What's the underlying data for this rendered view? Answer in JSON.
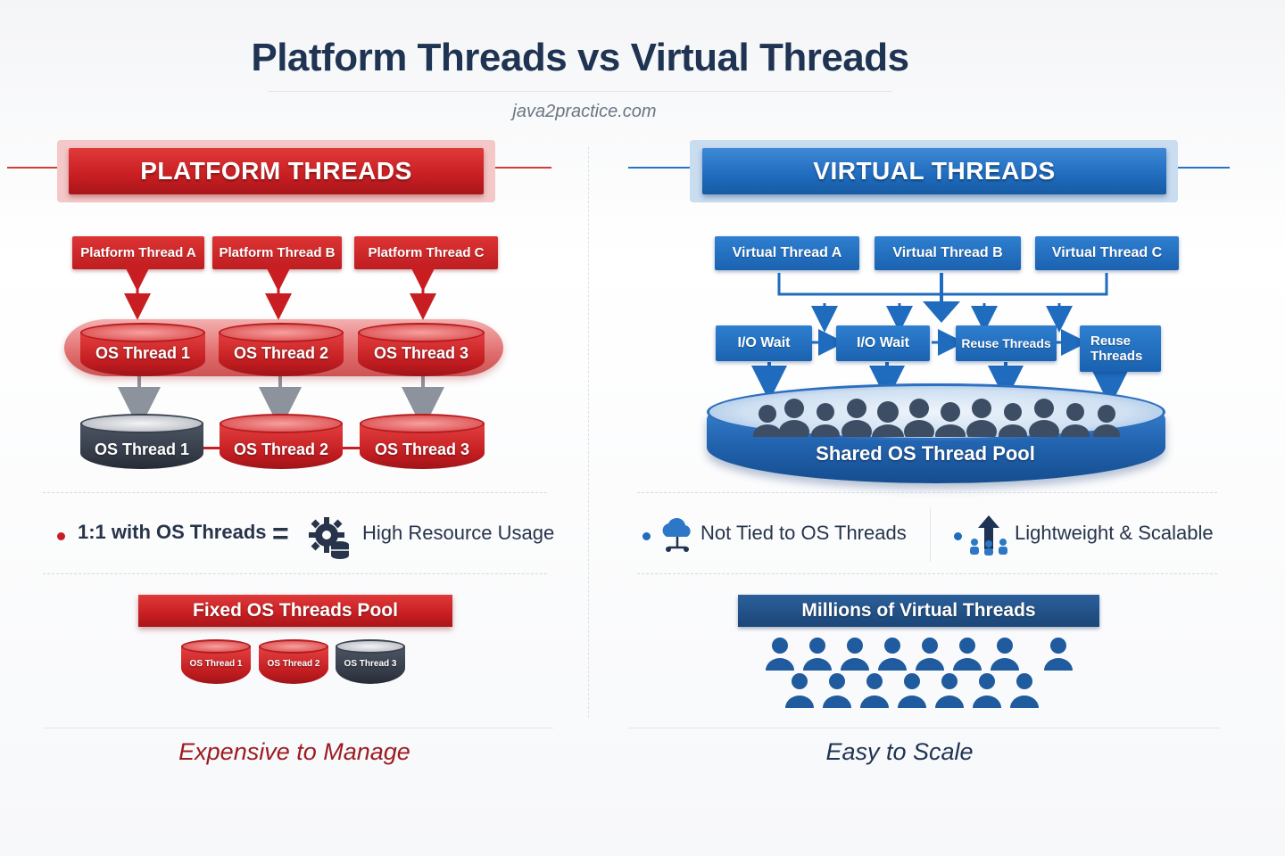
{
  "header": {
    "title": "Platform Threads vs Virtual Threads",
    "subtitle": "java2practice.com"
  },
  "platform": {
    "section_title": "PLATFORM THREADS",
    "threads": [
      "Platform Thread A",
      "Platform Thread B",
      "Platform Thread C"
    ],
    "os_threads_top": [
      "OS Thread 1",
      "OS Thread 2",
      "OS Thread 3"
    ],
    "os_threads_bottom": [
      "OS Thread 1",
      "OS Thread 2",
      "OS Thread 3"
    ],
    "point_left": "1:1 with OS Threads",
    "equals": "=",
    "point_right": "High Resource Usage",
    "pool_title": "Fixed OS Threads Pool",
    "pool_threads": [
      "OS Thread 1",
      "OS Thread 2",
      "OS Thread 3"
    ],
    "footer": "Expensive to Manage"
  },
  "virtual": {
    "section_title": "VIRTUAL THREADS",
    "threads": [
      "Virtual Thread A",
      "Virtual Thread B",
      "Virtual Thread C"
    ],
    "steps": [
      "I/O Wait",
      "I/O Wait",
      "Reuse Threads",
      "Reuse Threads"
    ],
    "shared_pool": "Shared OS Thread Pool",
    "point_left": "Not Tied to OS Threads",
    "point_right": "Lightweight & Scalable",
    "pool_title": "Millions of Virtual Threads",
    "footer": "Easy to Scale"
  },
  "colors": {
    "red": "#c81e22",
    "blue": "#1f6bbd",
    "navy": "#1f3352",
    "gray_cylinder": "#343b47"
  }
}
